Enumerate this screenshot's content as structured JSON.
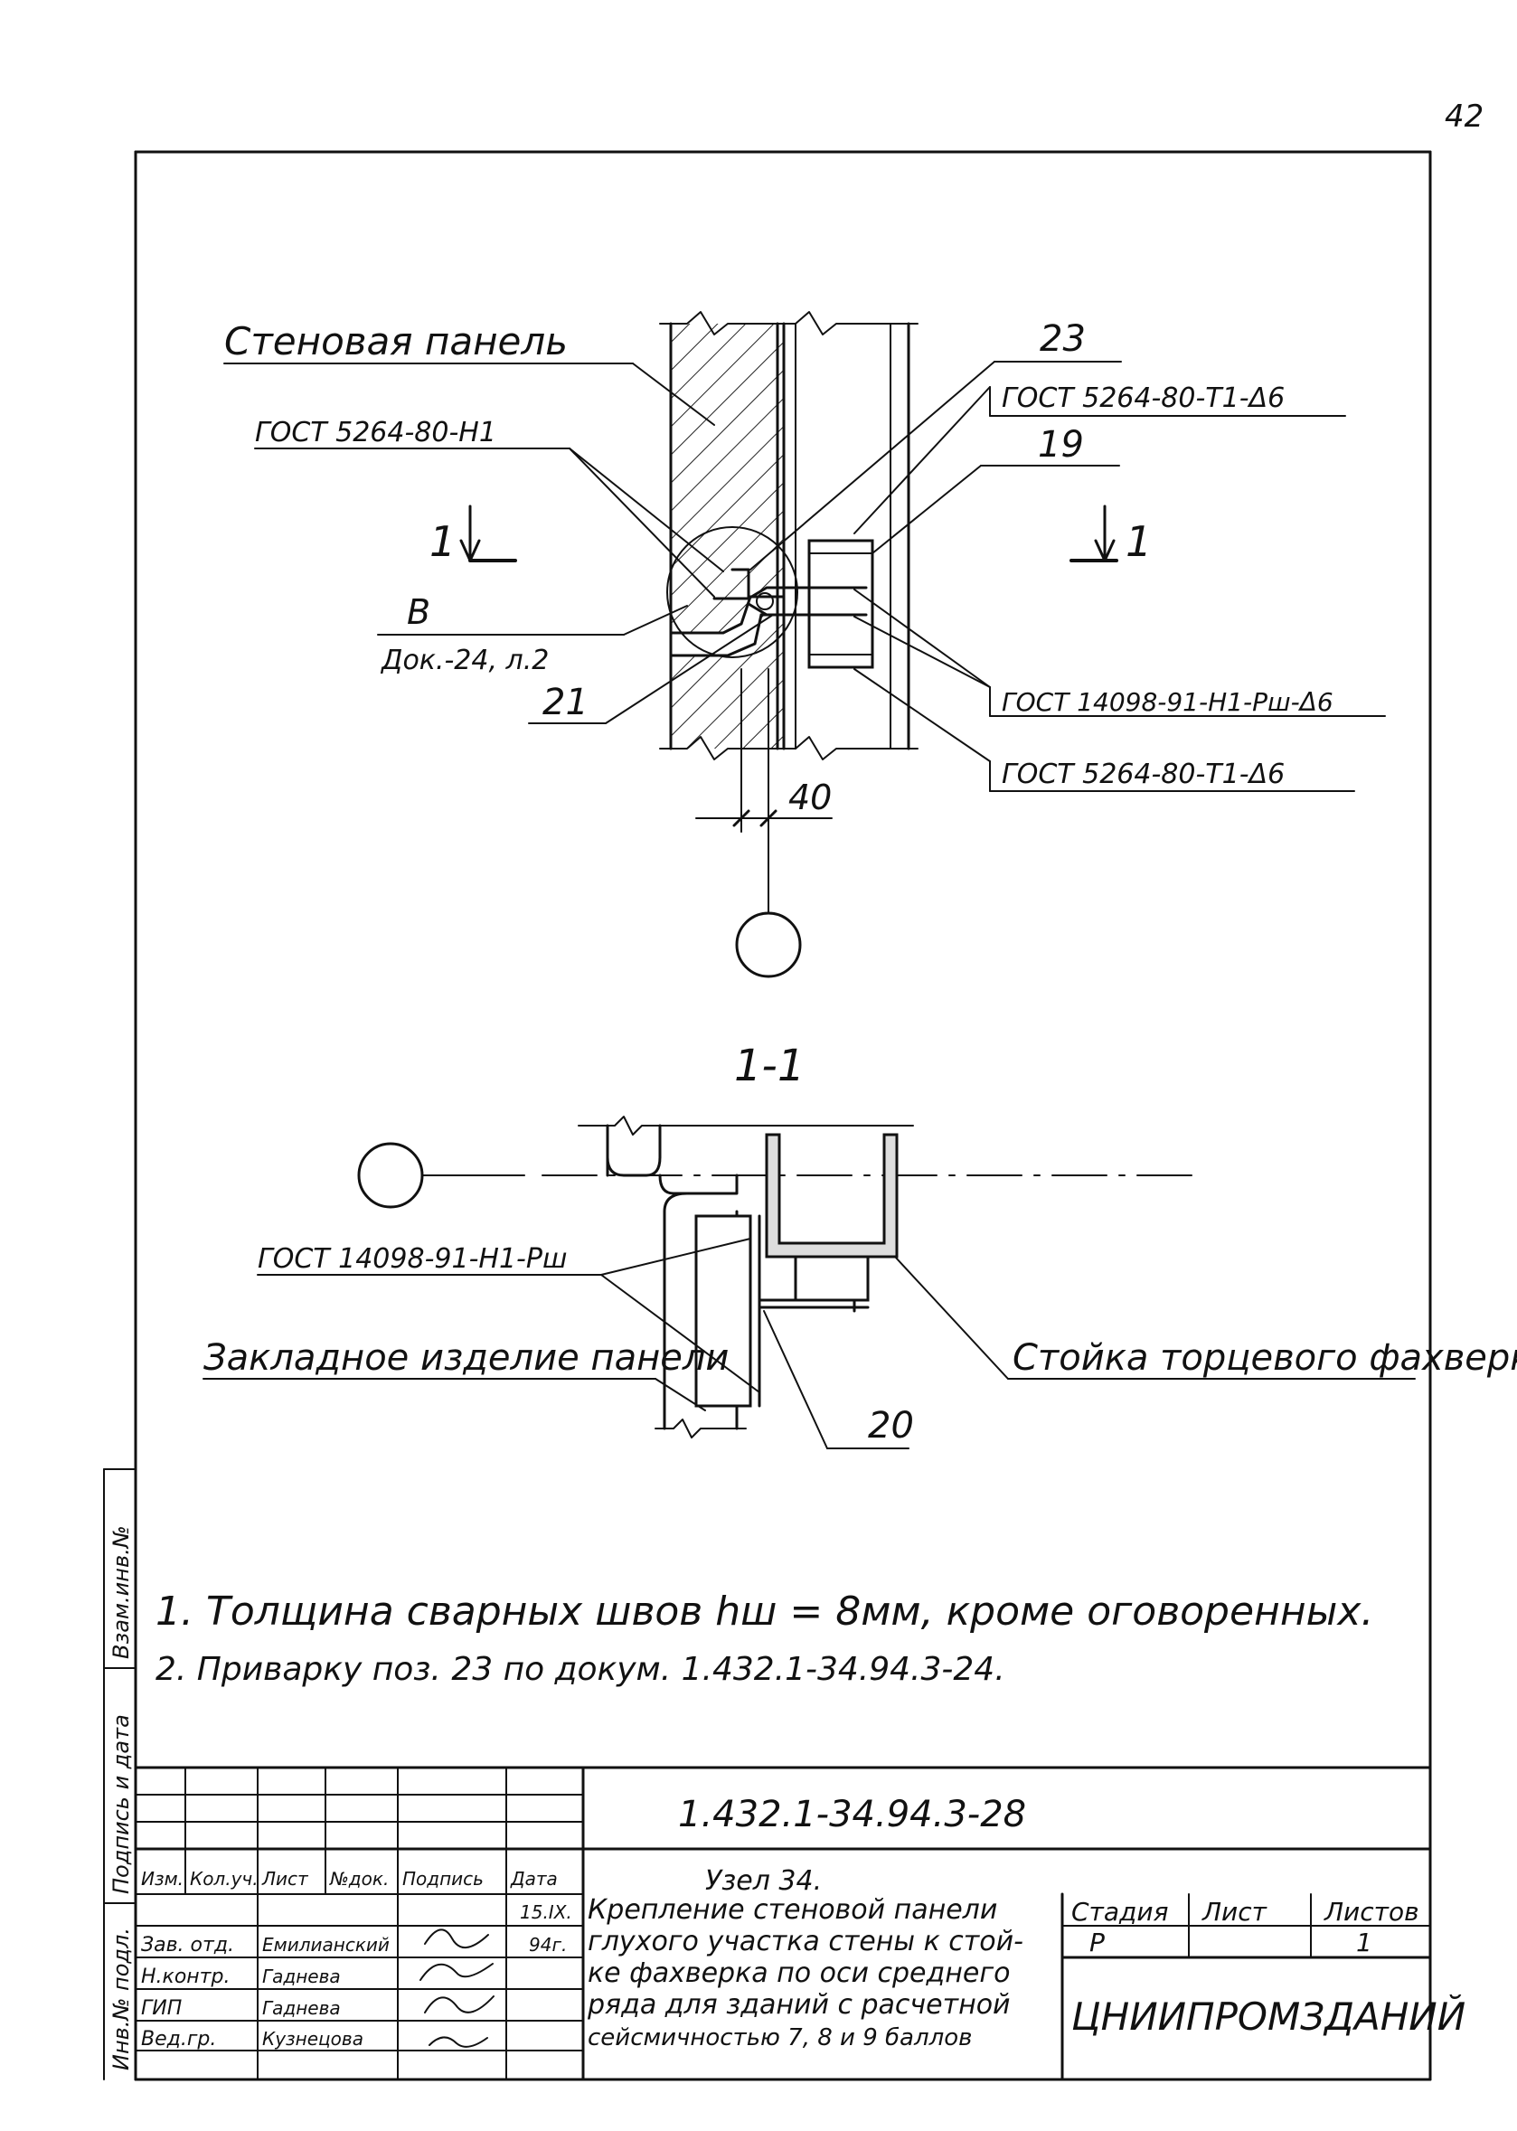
{
  "sheet": {
    "page_number": "42",
    "node_labels": {
      "wall_panel": "Стеновая панель",
      "weld_h1_top": "ГОСТ 5264-80-Н1",
      "weld_t1_top": "ГОСТ 5264-80-Т1-Δ6",
      "weld_h1_pw": "ГОСТ 14098-91-Н1-Pш-Δ6",
      "weld_t1_bottom": "ГОСТ 5264-80-Т1-Δ6",
      "pos_23": "23",
      "pos_19": "19",
      "pos_21": "21",
      "pos_20": "20",
      "section_mark": "1",
      "detail_letter": "В",
      "detail_ref": "Док.-24, л.2",
      "dimension_40": "40",
      "section_title": "1-1",
      "weld_section": "ГОСТ 14098-91-Н1-Pш",
      "embedded_part": "Закладное изделие панели",
      "column_label": "Стойка торцевого фахверка"
    },
    "notes": [
      "1. Толщина сварных швов hш = 8мм, кроме оговоренных.",
      "2. Приварку поз. 23 по докум. 1.432.1-34.94.3-24."
    ],
    "side_stamp": [
      "Инв.№ подл.",
      "Подпись и дата",
      "Взам.инв.№"
    ],
    "title_block": {
      "doc_number": "1.432.1-34.94.3-28",
      "headers": [
        "Изм.",
        "Кол.уч.",
        "Лист",
        "№док.",
        "Подпись",
        "Дата"
      ],
      "date": [
        "15.IX.",
        "94г."
      ],
      "rows": [
        {
          "role": "Зав. отд.",
          "name": "Емилианский"
        },
        {
          "role": "Н.контр.",
          "name": "Гаднева"
        },
        {
          "role": "ГИП",
          "name": "Гаднева"
        },
        {
          "role": "Вед.гр.",
          "name": "Кузнецова"
        }
      ],
      "title_lines": [
        "Узел 34.",
        "Крепление стеновой панели",
        "глухого участка стены к стой-",
        "ке фахверка по оси среднего",
        "ряда для зданий с расчетной",
        "сейсмичностью 7, 8 и 9 баллов"
      ],
      "stage_header": "Стадия",
      "sheet_header": "Лист",
      "sheets_header": "Листов",
      "stage": "Р",
      "sheets": "1",
      "org": "ЦНИИПРОМЗДАНИЙ"
    }
  }
}
